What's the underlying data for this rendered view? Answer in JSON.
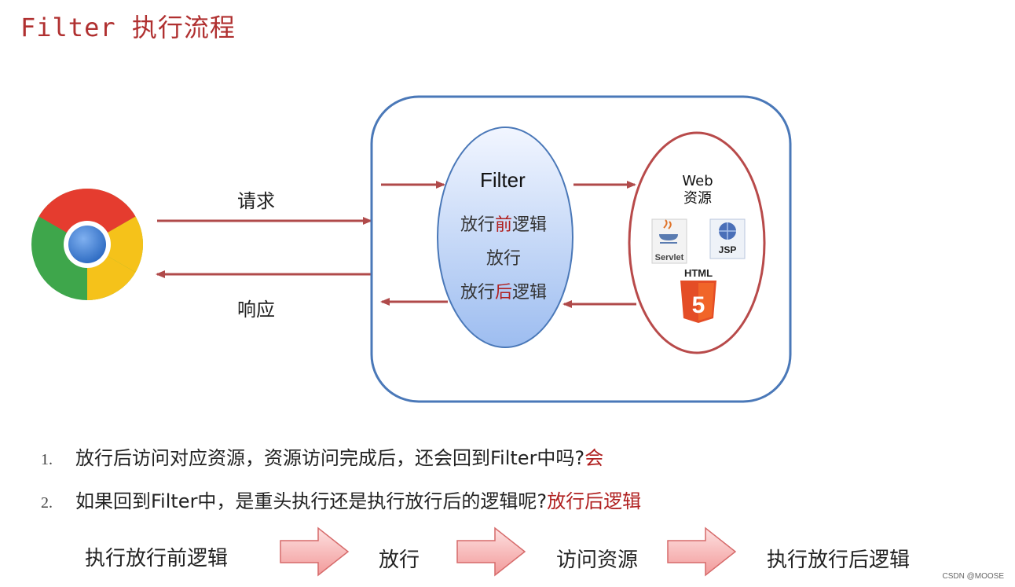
{
  "title": "Filter 执行流程",
  "request_label": "请求",
  "response_label": "响应",
  "filter": {
    "title": "Filter",
    "before_prefix": "放行",
    "before_highlight": "前",
    "before_suffix": "逻辑",
    "pass": "放行",
    "after_prefix": "放行",
    "after_highlight": "后",
    "after_suffix": "逻辑"
  },
  "web_resource": {
    "title_line1": "Web",
    "title_line2": "资源",
    "servlet_label": "Servlet",
    "jsp_label": "JSP",
    "html_label": "HTML",
    "html_number": "5"
  },
  "questions": [
    {
      "num": "1.",
      "text": "放行后访问对应资源，资源访问完成后，还会回到Filter中吗?",
      "answer": "会"
    },
    {
      "num": "2.",
      "text": "如果回到Filter中，是重头执行还是执行放行后的逻辑呢?",
      "answer": "放行后逻辑"
    }
  ],
  "flow": [
    "执行放行前逻辑",
    "放行",
    "访问资源",
    "执行放行后逻辑"
  ],
  "watermark": "CSDN @MOOSE",
  "colors": {
    "title": "#b03030",
    "arrow": "#b04a4a",
    "container_border": "#4a78b8",
    "filter_fill_top": "#f2f6ff",
    "filter_fill_bottom": "#9dbdf0",
    "resource_border": "#b84a4a",
    "flow_arrow_fill": "#f7b0b0"
  }
}
